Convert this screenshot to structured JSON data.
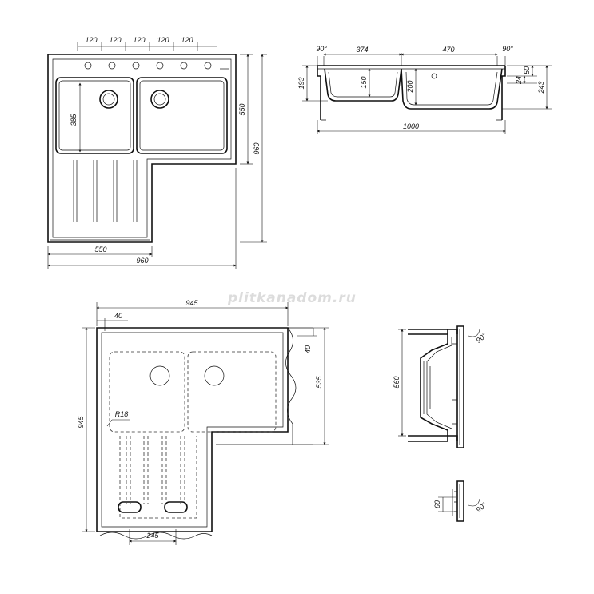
{
  "watermark": "plitkanadom.ru",
  "top_view": {
    "spacing_labels": [
      "120",
      "120",
      "120",
      "120",
      "120"
    ],
    "bowl_height": "385",
    "inner_height": "550",
    "total_height": "960",
    "lower_width": "550",
    "total_width": "960"
  },
  "side_section": {
    "left_angle": "90°",
    "right_angle": "90°",
    "left_bowl_width": "374",
    "right_bowl_width": "470",
    "height_193": "193",
    "depth_150": "150",
    "depth_200": "200",
    "total_length": "1000",
    "rim_50": "50",
    "rim_24": "24",
    "height_243": "243"
  },
  "cutout_view": {
    "width": "945",
    "offset": "40",
    "top_offset": "40",
    "depth": "535",
    "height": "945",
    "radius": "R18",
    "bottom_spacing": "245"
  },
  "profile_view": {
    "top_angle": "90°",
    "height": "560",
    "bottom_depth": "60",
    "bottom_angle": "90°"
  }
}
